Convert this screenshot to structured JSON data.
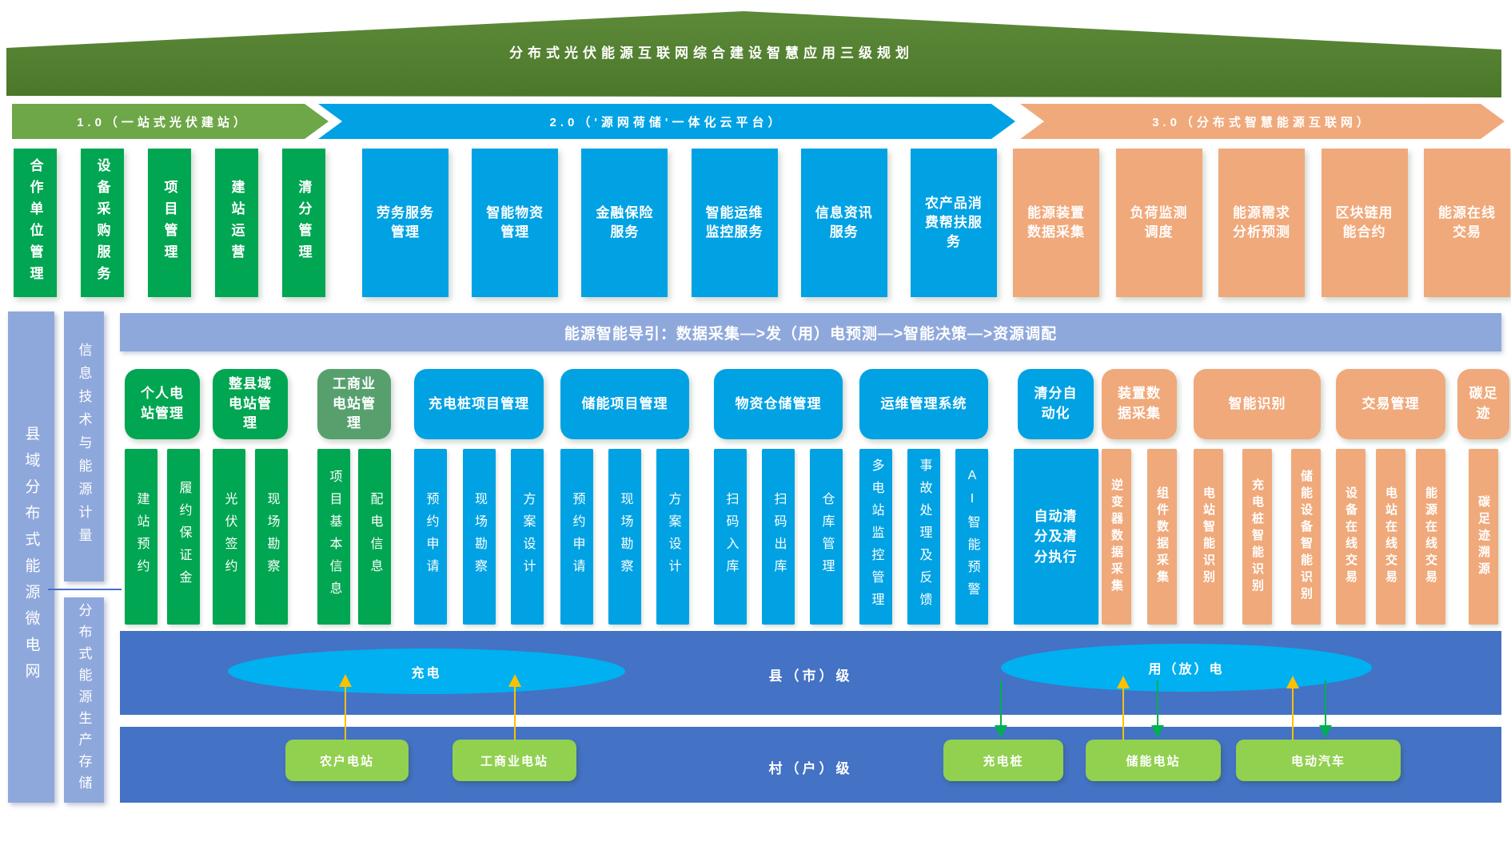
{
  "title": "分布式光伏能源互联网综合建设智慧应用三级规划",
  "stages": [
    {
      "label": "1.0（一站式光伏建站）",
      "items": [
        "合作单位管理",
        "设备采购服务",
        "项目管理",
        "建站运营",
        "清分管理"
      ]
    },
    {
      "label": "2.0（'源网荷储'一体化云平台）",
      "items": [
        "劳务服务管理",
        "智能物资管理",
        "金融保险服务",
        "智能运维监控服务",
        "信息资讯服务",
        "农产品消费帮扶服务"
      ]
    },
    {
      "label": "3.0（分布式智慧能源互联网）",
      "items": [
        "能源装置数据采集",
        "负荷监测调度",
        "能源需求分析预测",
        "区块链用能合约",
        "能源在线交易"
      ]
    }
  ],
  "sidebar": {
    "main": "县域分布式能源微电网",
    "top": "信息技术与能源计量",
    "bottom": "分布式能源生产存储"
  },
  "guide_banner": "能源智能导引：数据采集—>发（用）电预测—>智能决策—>资源调配",
  "groups": [
    {
      "header": "个人电站管理",
      "subs": [
        "建站预约",
        "履约保证金"
      ]
    },
    {
      "header": "整县域电站管理",
      "subs": [
        "光伏签约",
        "现场勘察"
      ]
    },
    {
      "header": "工商业电站管理",
      "subs": [
        "项目基本信息",
        "配电信息"
      ]
    },
    {
      "header": "充电桩项目管理",
      "subs": [
        "预约申请",
        "现场勘察",
        "方案设计"
      ]
    },
    {
      "header": "储能项目管理",
      "subs": [
        "预约申请",
        "现场勘察",
        "方案设计"
      ]
    },
    {
      "header": "物资仓储管理",
      "subs": [
        "扫码入库",
        "扫码出库",
        "仓库管理"
      ]
    },
    {
      "header": "运维管理系统",
      "subs": [
        "多电站监控管理",
        "事故处理及反馈",
        "AI智能预警"
      ]
    },
    {
      "header": "清分自动化",
      "subs": [
        "自动清分及清分执行"
      ]
    },
    {
      "header": "装置数据采集",
      "subs": [
        "逆变器数据采集",
        "组件数据采集"
      ]
    },
    {
      "header": "智能识别",
      "subs": [
        "电站智能识别",
        "充电桩智能识别",
        "储能设备智能识别"
      ]
    },
    {
      "header": "交易管理",
      "subs": [
        "设备在线交易",
        "电站在线交易",
        "能源在线交易"
      ]
    },
    {
      "header": "碳足迹",
      "subs": [
        "碳足迹溯源"
      ]
    }
  ],
  "county": {
    "label": "县（市）级",
    "charge_ellipse": "充电",
    "discharge_ellipse": "用（放）电"
  },
  "village": {
    "label": "村（户）级",
    "nodes": [
      "农户电站",
      "工商业电站",
      "充电桩",
      "储能电站",
      "电动汽车"
    ]
  },
  "colors": {
    "ribbon_green": "#507C2E",
    "stage1_green": "#6DA747",
    "stage2_blue": "#00A2E4",
    "stage3_orange": "#F0A97B",
    "box_green": "#00A651",
    "muted_green": "#57A06E",
    "periwinkle": "#8FA8DC",
    "band_blue": "#4472C4",
    "ellipse_blue": "#00B0F0",
    "node_green": "#92D050",
    "arrow_up_yellow": "#FFC000",
    "arrow_down_green": "#00B050"
  }
}
